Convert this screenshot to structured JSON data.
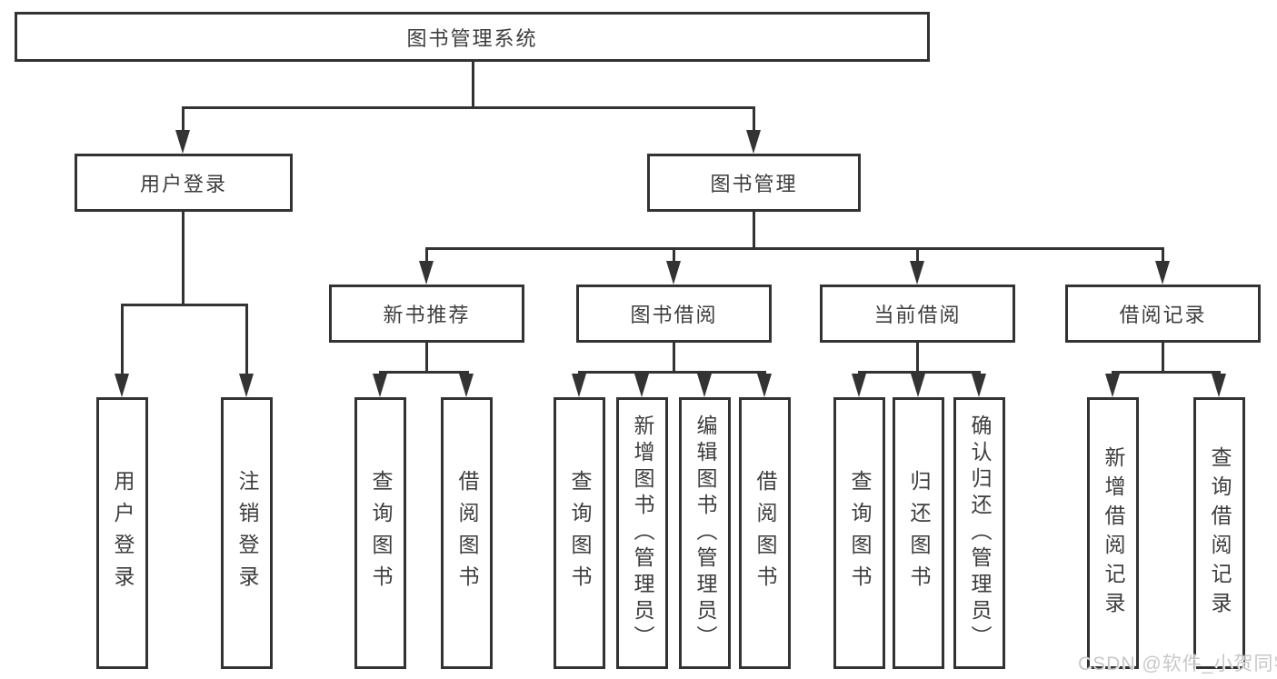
{
  "nodes": {
    "root": {
      "label": "图书管理系统"
    },
    "user_login": {
      "label": "用户登录"
    },
    "book_mgmt": {
      "label": "图书管理"
    },
    "login": {
      "label": "用户登录"
    },
    "logout": {
      "label": "注销登录"
    },
    "new_books": {
      "label": "新书推荐"
    },
    "book_borrow": {
      "label": "图书借阅"
    },
    "current_borrow": {
      "label": "当前借阅"
    },
    "borrow_records": {
      "label": "借阅记录"
    },
    "nb_query": {
      "label": "查询图书"
    },
    "nb_borrow": {
      "label": "借阅图书"
    },
    "bb_query": {
      "label": "查询图书"
    },
    "bb_add": {
      "label": "新增图书（管理员）"
    },
    "bb_edit": {
      "label": "编辑图书（管理员）"
    },
    "bb_borrow": {
      "label": "借阅图书"
    },
    "cb_query": {
      "label": "查询图书"
    },
    "cb_return": {
      "label": "归还图书"
    },
    "cb_confirm": {
      "label": "确认归还（管理员）"
    },
    "br_add": {
      "label": "新增借阅记录"
    },
    "br_query": {
      "label": "查询借阅记录"
    }
  },
  "watermark": {
    "text": "CSDN @软件_小贺同学"
  },
  "colors": {
    "line": "#333333",
    "text": "#3d3d3d",
    "background": "#ffffff",
    "watermark": "#c8c8c8"
  }
}
